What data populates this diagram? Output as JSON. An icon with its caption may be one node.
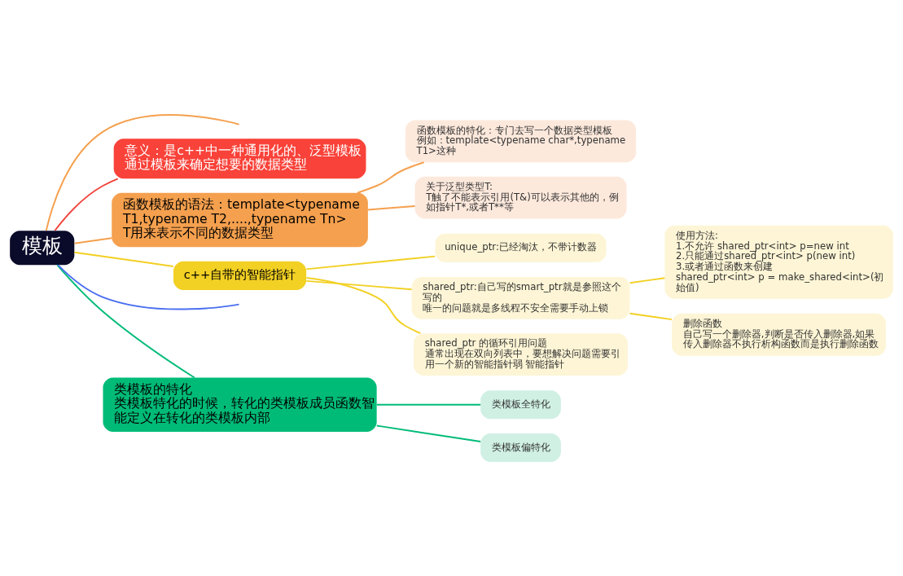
{
  "diagram": {
    "nodes": [
      {
        "text": [
          "模板"
        ]
      },
      {
        "text": [
          "意义：是c++中一种通用化的、泛型模板",
          "通过模板来确定想要的数据类型"
        ]
      },
      {
        "text": [
          "函数模板的语法：template<typename T1,typename T2,....,typename Tn>",
          "T用来表示不同的数据类型"
        ]
      },
      {
        "text": [
          "函数模板的特化：专门去写一个数据类型模板",
          "例如：template<typename char*,typename T1>这种"
        ]
      },
      {
        "text": [
          "关于泛型类型T:",
          "T触了不能表示引用(T&)可以表示其他的，例如指针T*,或者T**等"
        ]
      },
      {
        "text": [
          "c++自带的智能指针"
        ]
      },
      {
        "text": [
          "unique_ptr:已经淘汰，不带计数器"
        ]
      },
      {
        "text": [
          "shared_ptr:自己写的smart_ptr就是参照这个写的",
          "唯一的问题就是多线程不安全需要手动上锁"
        ]
      },
      {
        "text": [
          "使用方法:",
          "1.不允许 shared_ptr<int> p=new int",
          "2.只能通过shared_ptr<int> p(new int)",
          "3.或者通过函数来创建",
          "shared_ptr<int> p = make_shared<int>(初始值)"
        ]
      },
      {
        "text": [
          "删除函数",
          "自己写一个删除器,判断是否传入删除器,如果传入删除器不执行析构函数而是执行删除函数"
        ]
      },
      {
        "text": [
          "shared_ptr 的循环引用问题",
          "通常出现在双向列表中，要想解决问题需要引用一个新的智能指针弱 智能指针"
        ]
      },
      {
        "text": [
          "类模板的特化",
          "类模板特化的时候，转化的类模板成员函数智能定义在转化的类模板内部"
        ]
      },
      {
        "text": [
          "类模板全特化"
        ]
      },
      {
        "text": [
          "类模板偏特化"
        ]
      }
    ],
    "edges": [
      {
        "from": 0,
        "to": null,
        "arrow": "none",
        "color": "#f5a04e"
      },
      {
        "from": 0,
        "to": 1,
        "arrow": "none",
        "color": "#f0443c"
      },
      {
        "from": 0,
        "to": 2,
        "arrow": "none",
        "color": "#f5a04e"
      },
      {
        "from": 2,
        "to": 3,
        "arrow": "none",
        "color": "#f5a04e"
      },
      {
        "from": 2,
        "to": 4,
        "arrow": "none",
        "color": "#f5a04e"
      },
      {
        "from": 0,
        "to": 5,
        "arrow": "none",
        "color": "#f2d024"
      },
      {
        "from": 5,
        "to": 6,
        "arrow": "none",
        "color": "#f2d024"
      },
      {
        "from": 5,
        "to": 7,
        "arrow": "none",
        "color": "#f2d024"
      },
      {
        "from": 7,
        "to": 8,
        "arrow": "none",
        "color": "#f2d024"
      },
      {
        "from": 7,
        "to": 9,
        "arrow": "none",
        "color": "#f2d024"
      },
      {
        "from": 5,
        "to": 10,
        "arrow": "none",
        "color": "#f2d024"
      },
      {
        "from": 0,
        "to": null,
        "arrow": "none",
        "color": "#4a6ff0"
      },
      {
        "from": 0,
        "to": 11,
        "arrow": "none",
        "color": "#00bb78"
      },
      {
        "from": 11,
        "to": 12,
        "arrow": "none",
        "color": "#00bb78"
      },
      {
        "from": 11,
        "to": 13,
        "arrow": "none",
        "color": "#00bb78"
      }
    ]
  }
}
